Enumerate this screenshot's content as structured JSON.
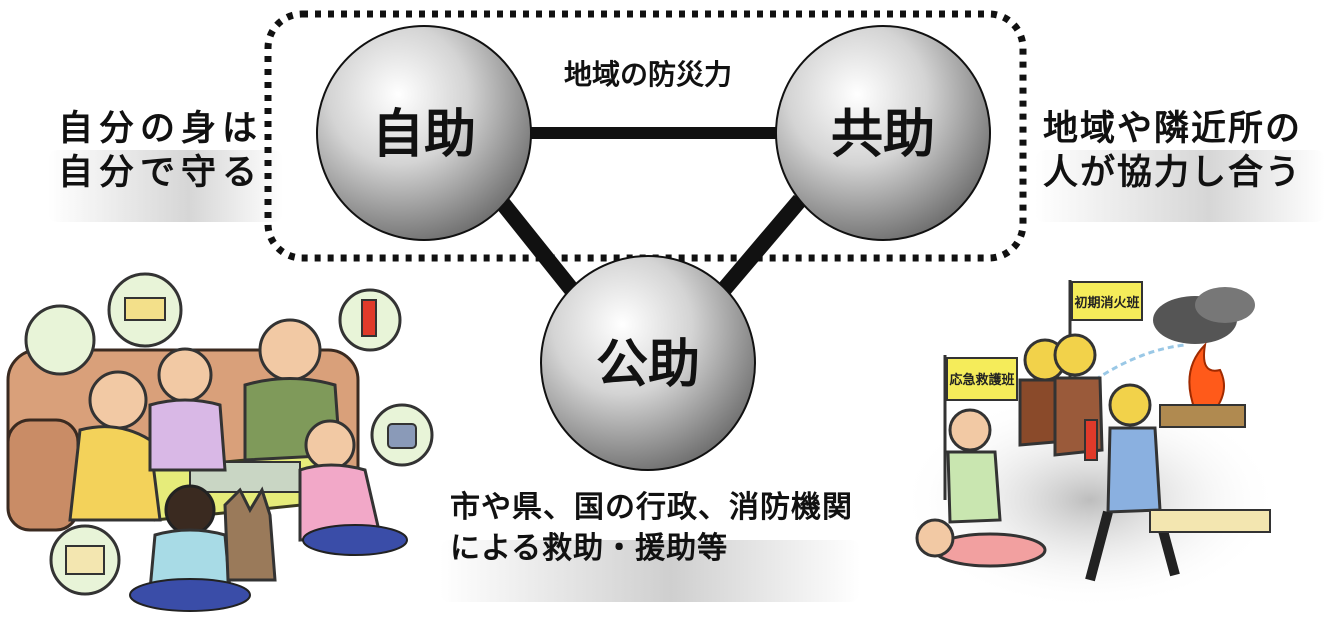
{
  "diagram": {
    "circles": {
      "jijo": {
        "label": "自助"
      },
      "kyojo": {
        "label": "共助"
      },
      "kojo": {
        "label": "公助"
      }
    },
    "community_label": "地域の防災力",
    "captions": {
      "left_line1": "自分の身は",
      "left_line2": "自分で守る",
      "right_line1": "地域や隣近所の",
      "right_line2": "人が協力し合う",
      "bottom_line1": "市や県、国の行政、消防機関",
      "bottom_line2": "による救助・援助等"
    },
    "illustrations": {
      "left_banner": "",
      "right_banner_1": "応急救護班",
      "right_banner_2": "初期消火班"
    }
  },
  "colors": {
    "line": "#111111",
    "circle_light": "#ffffff",
    "circle_dark": "#7a7a7a",
    "caption_shadow": "#cfcfcf"
  }
}
